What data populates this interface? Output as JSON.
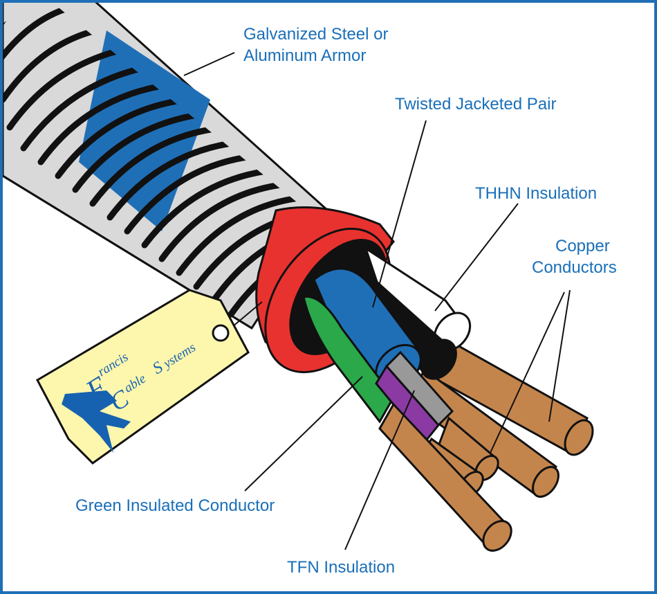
{
  "labels": {
    "armor": [
      "Galvanized Steel or",
      "Aluminum Armor"
    ],
    "twisted_pair": "Twisted Jacketed Pair",
    "thhn": "THHN Insulation",
    "copper": [
      "Copper",
      "Conductors"
    ],
    "green": "Green Insulated Conductor",
    "tfn": "TFN Insulation"
  },
  "tag": {
    "brand_lines": [
      "rancis",
      "able",
      "ystems"
    ],
    "initials": [
      "F",
      "C",
      "S"
    ]
  },
  "colors": {
    "border": "#1f6fb7",
    "label_text": "#1a6fb8",
    "armor_gray": "#d9d9d9",
    "armor_blue": "#1f6fb7",
    "bushing_red": "#e8322f",
    "copper": "#c4854c",
    "green": "#2aa84a",
    "purple": "#8a3aa2",
    "tag_yellow": "#fdf6ad"
  }
}
